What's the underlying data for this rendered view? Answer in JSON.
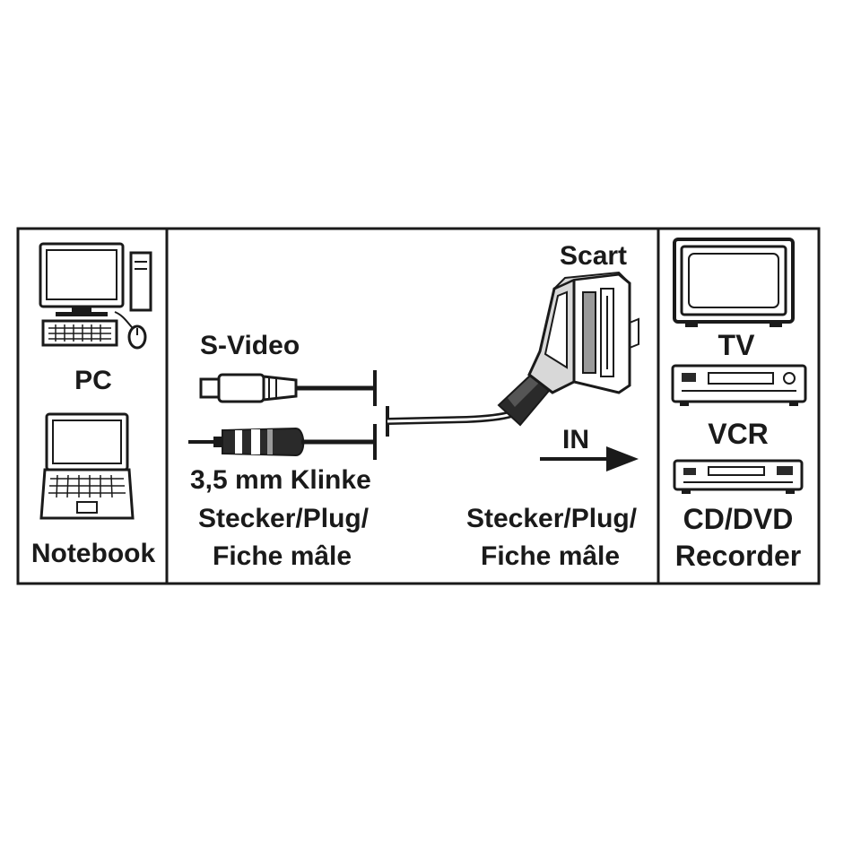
{
  "left_panel": {
    "pc_label": "PC",
    "notebook_label": "Notebook"
  },
  "middle_panel": {
    "svideo_label": "S-Video",
    "jack_label": "3,5 mm Klinke",
    "left_plug_line1": "Stecker/Plug/",
    "left_plug_line2": "Fiche mâle",
    "scart_label": "Scart",
    "direction_label": "IN",
    "right_plug_line1": "Stecker/Plug/",
    "right_plug_line2": "Fiche mâle"
  },
  "right_panel": {
    "tv_label": "TV",
    "vcr_label": "VCR",
    "cddvd_line1": "CD/DVD",
    "cddvd_line2": "Recorder"
  },
  "colors": {
    "line": "#1a1a1a",
    "fill_dark": "#2a2a2a",
    "fill_grey": "#9a9a9a",
    "fill_light": "#d8d8d8"
  },
  "icons": [
    "monitor-icon",
    "tower-icon",
    "keyboard-icon",
    "mouse-icon",
    "laptop-icon",
    "svideo-plug-icon",
    "jack-plug-icon",
    "scart-plug-icon",
    "arrow-right-icon",
    "tv-icon",
    "vcr-icon",
    "dvd-recorder-icon"
  ]
}
